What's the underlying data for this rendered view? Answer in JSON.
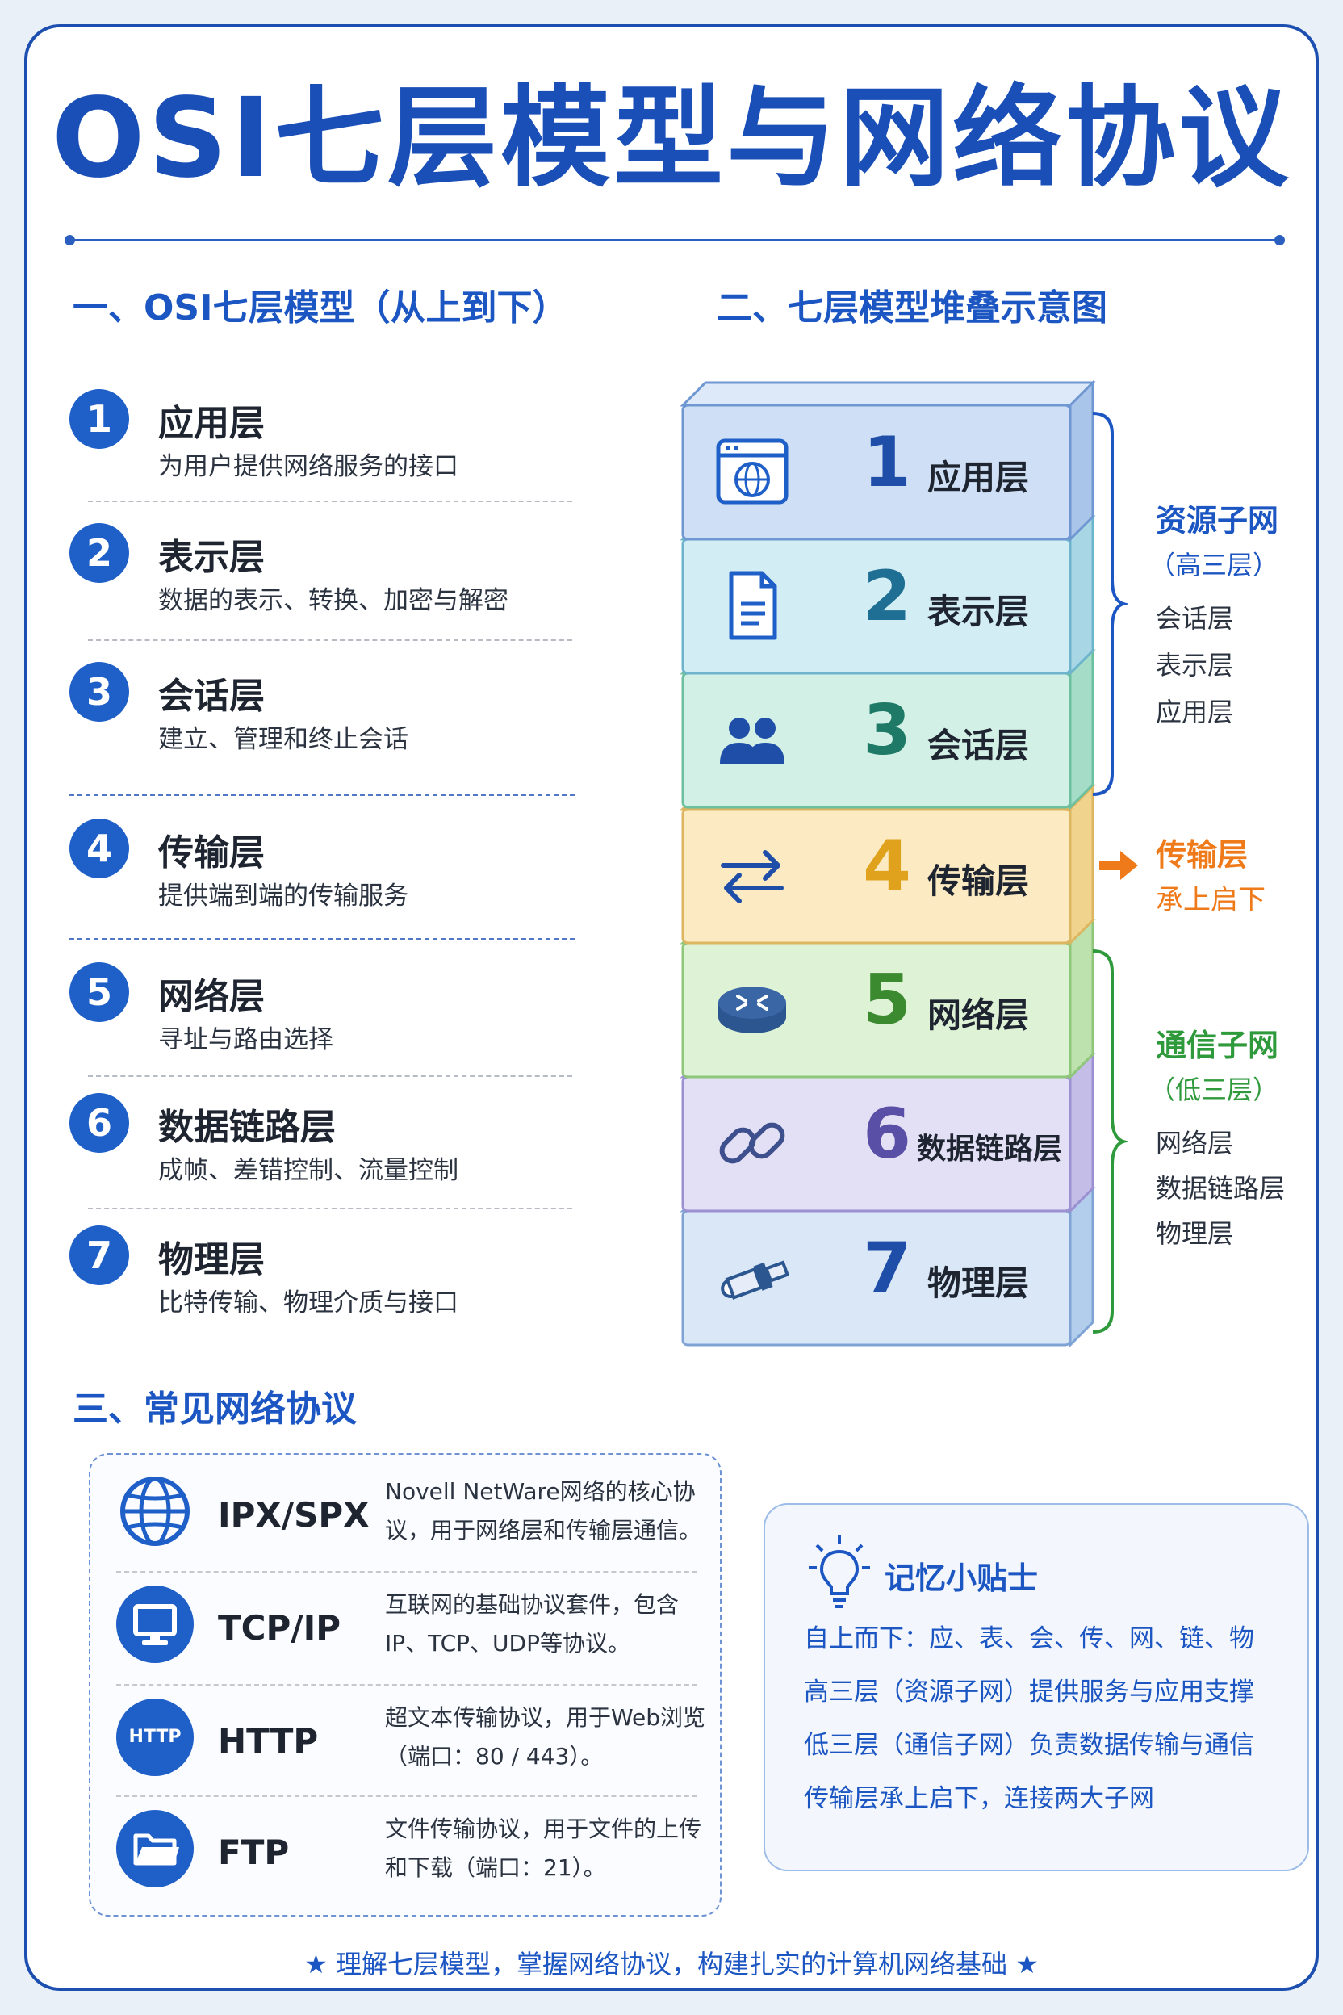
{
  "title": "OSI七层模型与网络协议",
  "sections": {
    "layers_heading": "一、OSI七层模型（从上到下）",
    "stack_heading": "二、七层模型堆叠示意图",
    "protocols_heading": "三、常见网络协议"
  },
  "layers": [
    {
      "num": "1",
      "name": "应用层",
      "desc": "为用户提供网络服务的接口"
    },
    {
      "num": "2",
      "name": "表示层",
      "desc": "数据的表示、转换、加密与解密"
    },
    {
      "num": "3",
      "name": "会话层",
      "desc": "建立、管理和终止会话"
    },
    {
      "num": "4",
      "name": "传输层",
      "desc": "提供端到端的传输服务"
    },
    {
      "num": "5",
      "name": "网络层",
      "desc": "寻址与路由选择"
    },
    {
      "num": "6",
      "name": "数据链路层",
      "desc": "成帧、差错控制、流量控制"
    },
    {
      "num": "7",
      "name": "物理层",
      "desc": "比特传输、物理介质与接口"
    }
  ],
  "stack": [
    {
      "num": "1",
      "label": "应用层",
      "icon": "browser-globe-icon",
      "face": "#cfe0f6",
      "top": "#dde9f9",
      "side": "#a9c5ea",
      "stroke": "#6f97d2",
      "numColor": "#1f4ea8"
    },
    {
      "num": "2",
      "label": "表示层",
      "icon": "document-icon",
      "face": "#d3edf4",
      "top": "#e0f3f8",
      "side": "#a8d6e4",
      "stroke": "#6db4cc",
      "numColor": "#1f6e93"
    },
    {
      "num": "3",
      "label": "会话层",
      "icon": "users-icon",
      "face": "#d3f0e6",
      "top": "#e1f6ee",
      "side": "#a5dcc8",
      "stroke": "#6cbf9f",
      "numColor": "#1e7a66"
    },
    {
      "num": "4",
      "label": "传输层",
      "icon": "swap-arrows-icon",
      "face": "#fbeac2",
      "top": "#fdf2d6",
      "side": "#f0d48e",
      "stroke": "#dcb660",
      "numColor": "#e0a21c"
    },
    {
      "num": "5",
      "label": "网络层",
      "icon": "router-icon",
      "face": "#def2d6",
      "top": "#e9f7e3",
      "side": "#bde2ae",
      "stroke": "#8ec77a",
      "numColor": "#3b8a2f"
    },
    {
      "num": "6",
      "label": "数据链路层",
      "icon": "link-icon",
      "face": "#e3dff4",
      "top": "#ece9f8",
      "side": "#c4bde8",
      "stroke": "#9b91d2",
      "numColor": "#5a4fa6"
    },
    {
      "num": "7",
      "label": "物理层",
      "icon": "cable-connector-icon",
      "face": "#d9e7f7",
      "top": "#e5eefa",
      "side": "#b3cdec",
      "stroke": "#7ea3d4",
      "numColor": "#1f4ea8"
    }
  ],
  "groups": {
    "upper": {
      "title": "资源子网",
      "sub": "（高三层）",
      "items": [
        "会话层",
        "表示层",
        "应用层"
      ],
      "color": "#1c56c2"
    },
    "transport": {
      "title": "传输层",
      "sub": "承上启下",
      "color": "#ef7a1a"
    },
    "lower": {
      "title": "通信子网",
      "sub": "（低三层）",
      "items": [
        "网络层",
        "数据链路层",
        "物理层"
      ],
      "color": "#2f9a3c"
    }
  },
  "protocols": [
    {
      "name": "IPX/SPX",
      "icon": "globe-icon",
      "desc": "Novell NetWare网络的核心协议，用于网络层和传输层通信。"
    },
    {
      "name": "TCP/IP",
      "icon": "monitor-icon",
      "desc": "互联网的基础协议套件，包含IP、TCP、UDP等协议。"
    },
    {
      "name": "HTTP",
      "icon": "http-icon",
      "icon_text": "HTTP",
      "desc": "超文本传输协议，用于Web浏览（端口：80 / 443）。"
    },
    {
      "name": "FTP",
      "icon": "folder-icon",
      "desc": "文件传输协议，用于文件的上传和下载（端口：21）。"
    }
  ],
  "tip": {
    "title": "记忆小贴士",
    "lines": [
      "自上而下：应、表、会、传、网、链、物",
      "高三层（资源子网）提供服务与应用支撑",
      "低三层（通信子网）负责数据传输与通信",
      "传输层承上启下，连接两大子网"
    ]
  },
  "footer": "★ 理解七层模型，掌握网络协议，构建扎实的计算机网络基础 ★"
}
